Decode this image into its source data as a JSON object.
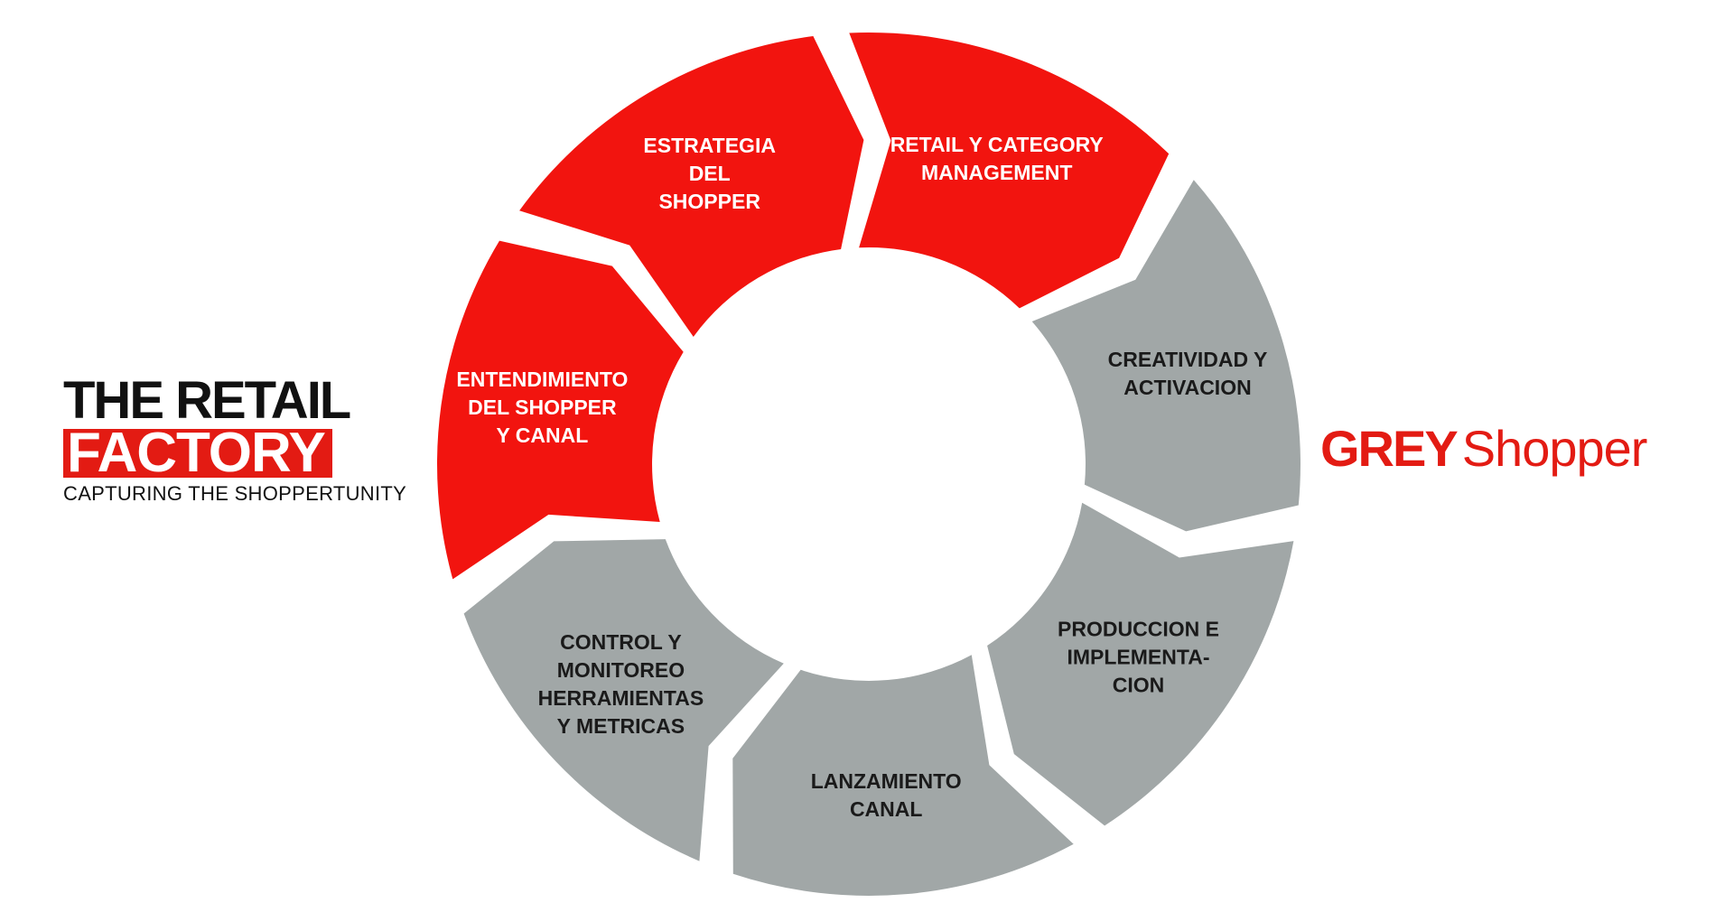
{
  "colors": {
    "red": "#f2140f",
    "gray": "#a1a7a7",
    "label_on_red": "#ffffff",
    "label_on_gray": "#1a1a1a",
    "logo_red": "#e31b13"
  },
  "logo_left": {
    "line1": "THE RETAIL",
    "line2": "FACTORY",
    "line3": "CAPTURING THE SHOPPERTUNITY"
  },
  "logo_right": {
    "brand": "GREY",
    "sub": "Shopper"
  },
  "cycle": {
    "segments": [
      {
        "id": "retail-category",
        "color": "red",
        "lines": [
          "RETAIL Y CATEGORY",
          "MANAGEMENT"
        ]
      },
      {
        "id": "creatividad",
        "color": "gray",
        "lines": [
          "CREATIVIDAD Y",
          "ACTIVACION"
        ]
      },
      {
        "id": "produccion",
        "color": "gray",
        "lines": [
          "PRODUCCION E",
          "IMPLEMENTA-",
          "CION"
        ]
      },
      {
        "id": "lanzamiento",
        "color": "gray",
        "lines": [
          "LANZAMIENTO",
          "CANAL"
        ]
      },
      {
        "id": "control",
        "color": "gray",
        "lines": [
          "CONTROL Y",
          "MONITOREO",
          "HERRAMIENTAS",
          "Y METRICAS"
        ]
      },
      {
        "id": "entendimiento",
        "color": "red",
        "lines": [
          "ENTENDIMIENTO",
          "DEL SHOPPER",
          "Y CANAL"
        ]
      },
      {
        "id": "estrategia",
        "color": "red",
        "lines": [
          "ESTRATEGIA",
          "DEL",
          "SHOPPER"
        ]
      }
    ]
  }
}
